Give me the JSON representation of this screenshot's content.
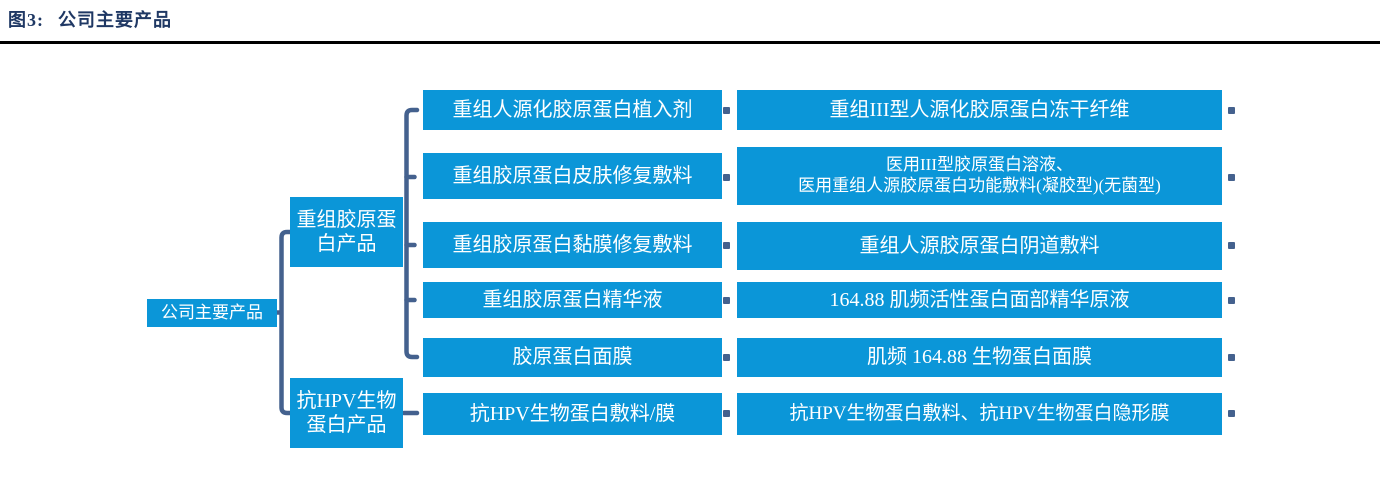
{
  "title": {
    "prefix": "图3:",
    "text": "公司主要产品"
  },
  "colors": {
    "box_blue": "#0B96D8",
    "connector": "#44618E",
    "title_navy": "#1F3864",
    "divider_black": "#000000",
    "box_text": "#FFFFFF",
    "background": "#FFFFFF"
  },
  "tree": {
    "root_label": "公司主要产品",
    "categories": [
      {
        "label": "重组胶原蛋白产品",
        "label_wrapped": "重组胶原蛋\n白产品"
      },
      {
        "label": "抗HPV生物蛋白产品",
        "label_wrapped": "抗HPV生物\n蛋白产品"
      }
    ],
    "rows": [
      {
        "category": "重组胶原蛋白产品",
        "product": "重组人源化胶原蛋白植入剂",
        "detail": "重组III型人源化胶原蛋白冻干纤维"
      },
      {
        "category": "重组胶原蛋白产品",
        "product": "重组胶原蛋白皮肤修复敷料",
        "detail": "医用III型胶原蛋白溶液、\n医用重组人源胶原蛋白功能敷料(凝胶型)(无菌型)"
      },
      {
        "category": "重组胶原蛋白产品",
        "product": "重组胶原蛋白黏膜修复敷料",
        "detail": "重组人源胶原蛋白阴道敷料"
      },
      {
        "category": "重组胶原蛋白产品",
        "product": "重组胶原蛋白精华液",
        "detail": "164.88 肌频活性蛋白面部精华原液"
      },
      {
        "category": "重组胶原蛋白产品",
        "product": "胶原蛋白面膜",
        "detail": "肌频 164.88 生物蛋白面膜"
      },
      {
        "category": "抗HPV生物蛋白产品",
        "product": "抗HPV生物蛋白敷料/膜",
        "detail": "抗HPV生物蛋白敷料、抗HPV生物蛋白隐形膜"
      }
    ]
  }
}
